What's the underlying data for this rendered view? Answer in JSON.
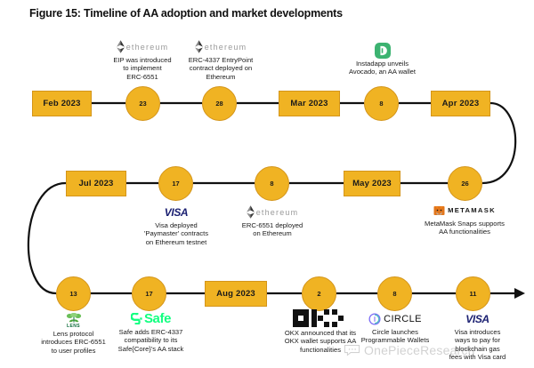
{
  "figure": {
    "title": "Figure 15: Timeline of AA adoption and market developments"
  },
  "colors": {
    "node_fill": "#F0B323",
    "node_border": "#D4951A",
    "line": "#111111",
    "visa_blue": "#1A1F71",
    "safe_green": "#12FF80",
    "instadapp_green": "#3CB371",
    "lens_green": "#0B6B3A",
    "metamask_orange": "#E2761B",
    "ethereum_gray": "#9a9a9a"
  },
  "watermark": {
    "text": "OnePieceResearch",
    "icon": "speech-bubble-icon"
  },
  "chart_data": {
    "type": "timeline",
    "title": "Figure 15: Timeline of AA adoption and market developments",
    "rows": [
      {
        "row": 1,
        "direction": "left-to-right",
        "nodes": [
          {
            "kind": "date",
            "label": "Feb 2023"
          },
          {
            "kind": "day",
            "label": "23",
            "event": {
              "logo": "ethereum-logo",
              "logo_text": "ethereum",
              "text": "EIP was introduced to implement ERC-6551",
              "position": "above"
            }
          },
          {
            "kind": "day",
            "label": "28",
            "event": {
              "logo": "ethereum-logo",
              "logo_text": "ethereum",
              "text": "ERC-4337 EntryPoint contract deployed on Ethereum",
              "position": "above"
            }
          },
          {
            "kind": "date",
            "label": "Mar  2023"
          },
          {
            "kind": "day",
            "label": "8",
            "event": {
              "logo": "instadapp-logo",
              "logo_text": "",
              "text": "Instadapp unveils Avocado, an AA wallet",
              "position": "above"
            }
          },
          {
            "kind": "date",
            "label": "Apr 2023"
          }
        ]
      },
      {
        "row": 2,
        "direction": "right-to-left",
        "nodes": [
          {
            "kind": "date",
            "label": "Jul 2023"
          },
          {
            "kind": "day",
            "label": "17",
            "event": {
              "logo": "visa-logo",
              "logo_text": "VISA",
              "text": "Visa deployed 'Paymaster' contracts on Ethereum testnet",
              "position": "below"
            }
          },
          {
            "kind": "day",
            "label": "8",
            "event": {
              "logo": "ethereum-logo",
              "logo_text": "ethereum",
              "text": "ERC-6551 deployed on Ethereum",
              "position": "below"
            }
          },
          {
            "kind": "date",
            "label": "May 2023"
          },
          {
            "kind": "day",
            "label": "26",
            "event": {
              "logo": "metamask-logo",
              "logo_text": "METAMASK",
              "text": "MetaMask Snaps supports AA functionalities",
              "position": "below"
            }
          }
        ]
      },
      {
        "row": 3,
        "direction": "left-to-right",
        "nodes": [
          {
            "kind": "day",
            "label": "13",
            "event": {
              "logo": "lens-logo",
              "logo_text": "LENS",
              "text": "Lens protocol introduces ERC-6551 to user profiles",
              "position": "below"
            }
          },
          {
            "kind": "day",
            "label": "17",
            "event": {
              "logo": "safe-logo",
              "logo_text": "Safe",
              "text": "Safe adds ERC-4337 compatibility to its Safe{Core}'s AA stack",
              "position": "below"
            }
          },
          {
            "kind": "date",
            "label": "Aug 2023"
          },
          {
            "kind": "day",
            "label": "2",
            "event": {
              "logo": "okx-logo",
              "logo_text": "OKX",
              "text": "OKX announced that its OKX wallet supports AA functionalities",
              "position": "below"
            }
          },
          {
            "kind": "day",
            "label": "8",
            "event": {
              "logo": "circle-logo",
              "logo_text": "CIRCLE",
              "text": "Circle launches Programmable Wallets",
              "position": "below"
            }
          },
          {
            "kind": "day",
            "label": "11",
            "event": {
              "logo": "visa-logo",
              "logo_text": "VISA",
              "text": "Visa introduces ways to pay for blockchain gas fees with Visa card",
              "position": "below"
            }
          }
        ]
      }
    ]
  },
  "events": {
    "e1": {
      "text_l1": "EIP was introduced",
      "text_l2": "to implement",
      "text_l3": "ERC-6551",
      "logo_text": "ethereum"
    },
    "e2": {
      "text_l1": "ERC-4337 EntryPoint",
      "text_l2": "contract deployed on",
      "text_l3": "Ethereum",
      "logo_text": "ethereum"
    },
    "e3": {
      "text_l1": "Instadapp unveils",
      "text_l2": "Avocado, an AA wallet",
      "text_l3": "",
      "logo_text": ""
    },
    "e4": {
      "text_l1": "Visa deployed",
      "text_l2": "'Paymaster' contracts",
      "text_l3": "on Ethereum testnet",
      "logo_text": "VISA"
    },
    "e5": {
      "text_l1": "ERC-6551 deployed",
      "text_l2": "on Ethereum",
      "text_l3": "",
      "logo_text": "ethereum"
    },
    "e6": {
      "text_l1": "MetaMask Snaps supports",
      "text_l2": "AA functionalities",
      "text_l3": "",
      "logo_text": "METAMASK"
    },
    "e7": {
      "text_l1": "Lens protocol",
      "text_l2": "introduces ERC-6551",
      "text_l3": "to user profiles",
      "logo_text": "LENS"
    },
    "e8": {
      "text_l1": "Safe adds ERC-4337",
      "text_l2": "compatibility to its",
      "text_l3": "Safe{Core}'s AA stack",
      "logo_text": "Safe"
    },
    "e9": {
      "text_l1": "OKX announced that its",
      "text_l2": "OKX wallet supports AA",
      "text_l3": "functionalities",
      "logo_text": "OKX"
    },
    "e10": {
      "text_l1": "Circle launches",
      "text_l2": "Programmable Wallets",
      "text_l3": "",
      "logo_text": "CIRCLE"
    },
    "e11": {
      "text_l1": "Visa introduces",
      "text_l2": "ways to pay for",
      "text_l3": "blockchain gas",
      "text_l4": "fees with Visa card",
      "logo_text": "VISA"
    }
  },
  "nodes": {
    "r1": {
      "n1": "Feb 2023",
      "n2": "23",
      "n3": "28",
      "n4": "Mar  2023",
      "n5": "8",
      "n6": "Apr 2023"
    },
    "r2": {
      "n1": "Jul 2023",
      "n2": "17",
      "n3": "8",
      "n4": "May 2023",
      "n5": "26"
    },
    "r3": {
      "n1": "13",
      "n2": "17",
      "n3": "Aug 2023",
      "n4": "2",
      "n5": "8",
      "n6": "11"
    }
  }
}
